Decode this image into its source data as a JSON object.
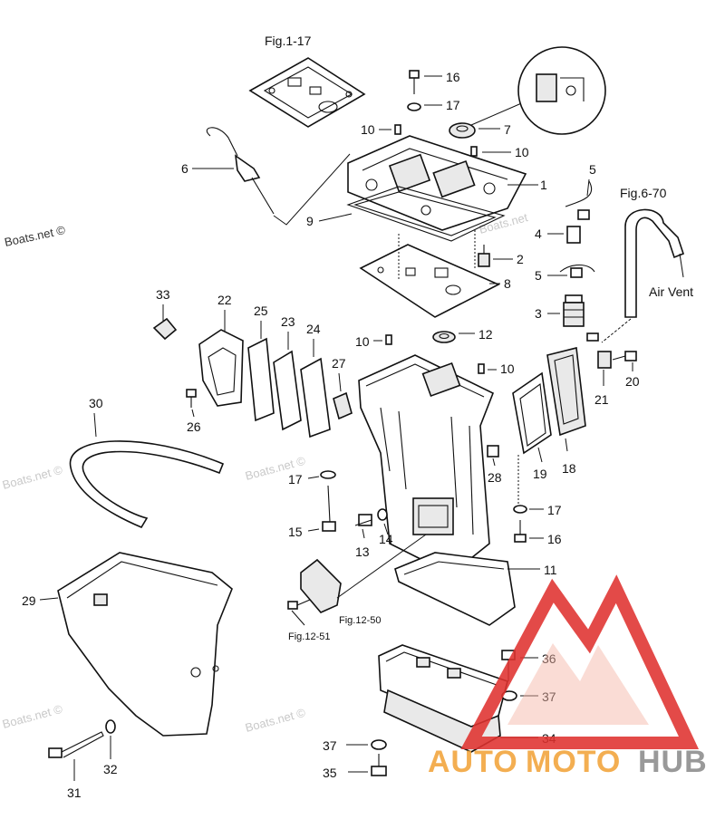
{
  "figure_refs": {
    "fig_1_17": "Fig.1-17",
    "fig_6_70": "Fig.6-70",
    "fig_12_50": "Fig.12-50",
    "fig_12_51": "Fig.12-51"
  },
  "labels": {
    "air_vent": "Air Vent"
  },
  "callouts": {
    "c1": "1",
    "c2": "2",
    "c3": "3",
    "c4": "4",
    "c5a": "5",
    "c5b": "5",
    "c6": "6",
    "c7": "7",
    "c8": "8",
    "c9": "9",
    "c10a": "10",
    "c10b": "10",
    "c10c": "10",
    "c10d": "10",
    "c11": "11",
    "c12": "12",
    "c13": "13",
    "c14": "14",
    "c15": "15",
    "c16a": "16",
    "c16b": "16",
    "c17a": "17",
    "c17b": "17",
    "c17c": "17",
    "c18": "18",
    "c19": "19",
    "c20": "20",
    "c21": "21",
    "c22": "22",
    "c23": "23",
    "c24": "24",
    "c25": "25",
    "c26": "26",
    "c27": "27",
    "c28": "28",
    "c29": "29",
    "c30": "30",
    "c31": "31",
    "c32": "32",
    "c33": "33",
    "c34": "34",
    "c35": "35",
    "c36": "36",
    "c37a": "37",
    "c37b": "37"
  },
  "watermarks": {
    "boats_net": "Boats.net ©",
    "boats_net_plain": "Boats.net"
  },
  "logo": {
    "part1": "AUTO",
    "part2": "MOTO",
    "part3": "HUB",
    "color_red": "#e0322f",
    "color_orange": "#f2a33a",
    "color_gray": "#9a9a9a"
  }
}
